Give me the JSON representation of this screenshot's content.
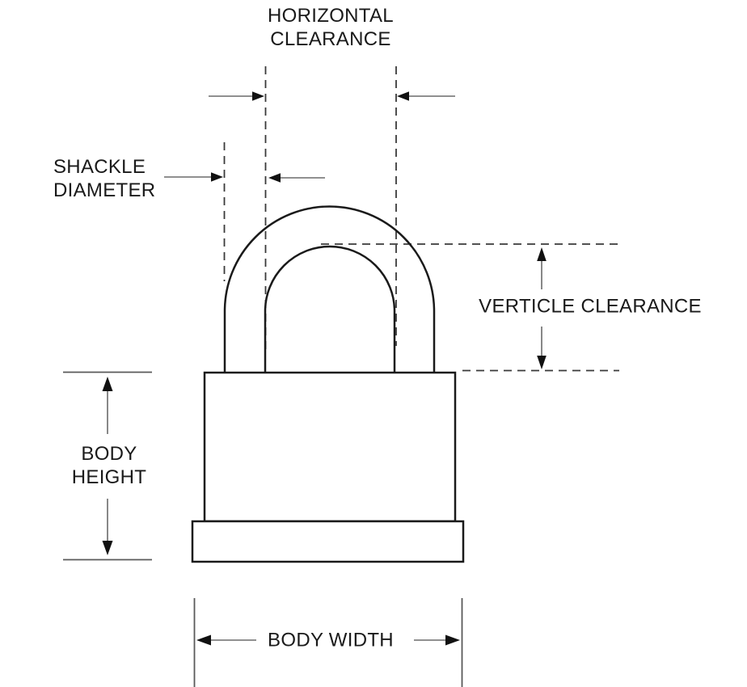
{
  "diagram": {
    "type": "padlock-dimension-diagram",
    "colors": {
      "background": "#ffffff",
      "outline": "#1a1a1a",
      "dimension_line": "#6b6b6b",
      "dashed_reference": "#3a3a3a",
      "text": "#1a1a1a"
    },
    "labels": {
      "horizontal_clearance": "HORIZONTAL\nCLEARANCE",
      "shackle_diameter": "SHACKLE\nDIAMETER",
      "verticle_clearance": "VERTICLE CLEARANCE",
      "body_height": "BODY\nHEIGHT",
      "body_width": "BODY WIDTH"
    }
  }
}
